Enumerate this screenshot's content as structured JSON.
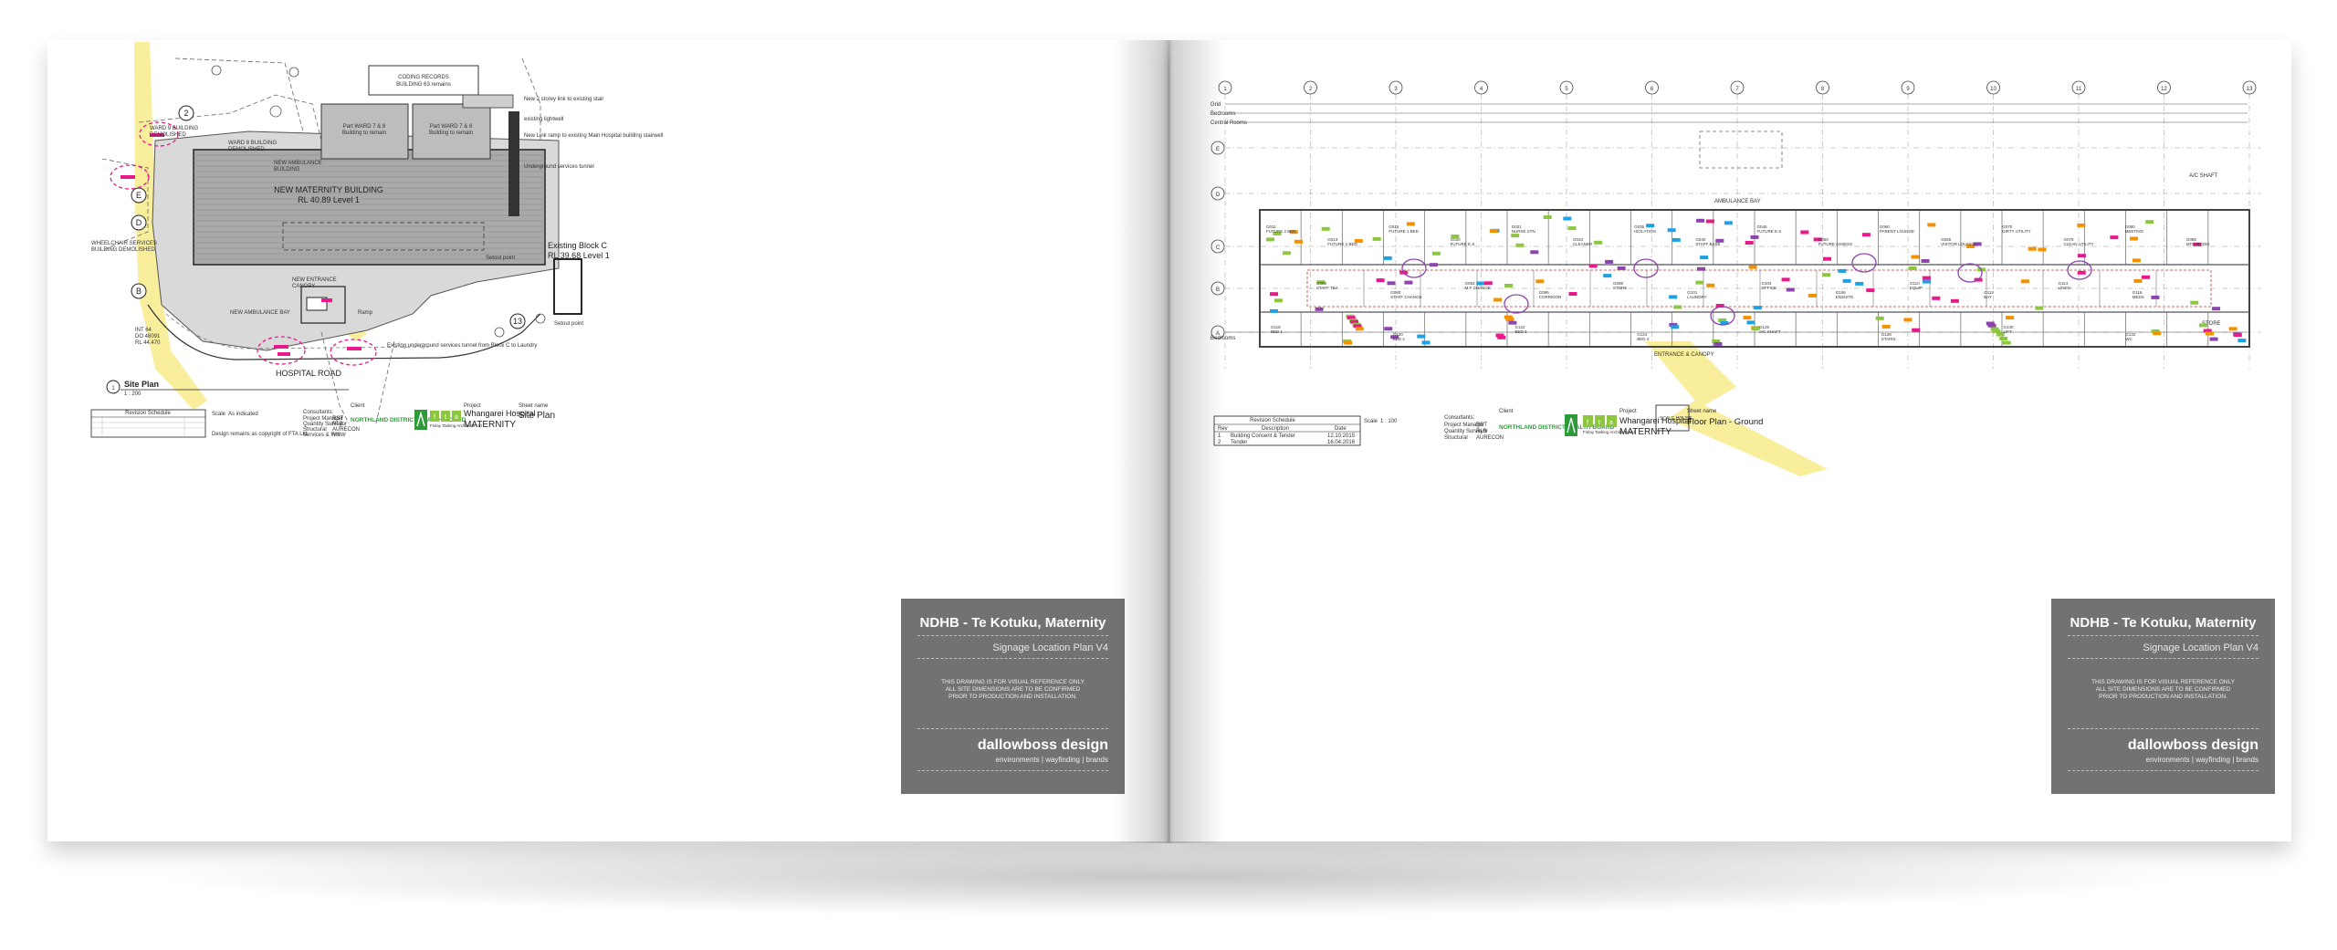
{
  "left_page": {
    "drawing": {
      "buildings": {
        "new_maternity_name": "NEW MATERNITY BUILDING",
        "new_maternity_level": "RL 40.89 Level 1",
        "existing_block_c": "Existing Block C",
        "existing_block_c_level": "RL 39.68 Level 1",
        "coding_records": "CODING RECORDS",
        "coding_records_note": "BUILDING 63 remains",
        "part_ward_left": "Part WARD 7 & 8",
        "part_ward_left_note": "Building to remain",
        "part_ward_right": "Part WARD 7 & 8",
        "part_ward_right_note": "Building to remain",
        "ward_9": "WARD 9 BUILDING",
        "ward_9_note": "DEMOLISHED",
        "ward_8": "WARD 8 BUILDING",
        "ward_8_note": "DEMOLISHED",
        "wheelchair": "WHEELCHAIR SERVICES",
        "wheelchair_note": "BUILDING DEMOLISHED",
        "new_ambulance": "NEW AMBULANCE",
        "new_ambulance_note": "BUILDING",
        "new_entrance": "NEW ENTRANCE",
        "new_entrance_note": "CANOPY"
      },
      "notes": {
        "stairs": "New 2 storey link to existing stair",
        "lightwell": "existing lightwell",
        "link_ramp": "New Link ramp to existing Main Hospital building stairwell",
        "underground": "Underground services tunnel",
        "setout_a": "Setout point",
        "setout_b": "Setout point",
        "existing_tunnel": "Existing underground services tunnel from Block C to Laundry",
        "ambulance_bay": "NEW AMBULANCE BAY",
        "ramp": "Ramp",
        "int": "INT 64",
        "do": "DO 48091",
        "rl": "RL 44.470"
      },
      "road": "HOSPITAL ROAD",
      "grid": [
        "2",
        "E",
        "D",
        "B",
        "13"
      ],
      "view_number": "1",
      "view_title": "Site Plan",
      "view_scale": "1 : 200"
    },
    "titleblock": {
      "revision_header": "Revision Schedule",
      "scale_label": "Scale",
      "scale_value": "As indicated",
      "consultants_label": "Consultants:",
      "consultants": [
        {
          "role": "Project Manager",
          "name": "RST"
        },
        {
          "role": "Quantity Surveyor",
          "name": "RLB"
        },
        {
          "role": "Structural",
          "name": "AURECON"
        },
        {
          "role": "Services & Fire",
          "name": "MSW"
        }
      ],
      "client_label": "Client",
      "client": "NORTHLAND DISTRICT HEALTH BOARD",
      "architect_logo": [
        "f",
        "t",
        "a"
      ],
      "architect_name": "Finlay Tasking Architects Ltd",
      "project_label": "Project",
      "project_line1": "Whangarei Hospital",
      "project_line2": "MATERNITY",
      "sheet_label": "Sheet name",
      "sheet_name": "Site Plan",
      "copyright": "Design remains as copyright of FTA Ltd"
    },
    "grey_panel": {
      "title": "NDHB - Te Kotuku, Maternity",
      "subtitle": "Signage Location Plan V4",
      "note_line1": "THIS DRAWING IS FOR VISUAL REFERENCE ONLY",
      "note_line2": "ALL SITE DIMENSIONS ARE TO BE CONFIRMED",
      "note_line3": "PRIOR TO PRODUCTION AND INSTALLATION.",
      "brand": "dallowboss design",
      "tagline": "environments  |  wayfinding  |  brands"
    }
  },
  "right_page": {
    "drawing": {
      "grid_columns": [
        "1",
        "2",
        "3",
        "4",
        "5",
        "6",
        "7",
        "8",
        "9",
        "10",
        "11",
        "12",
        "13"
      ],
      "grid_rows": [
        "E",
        "D",
        "C",
        "B",
        "A"
      ],
      "row_labels": [
        "Grid",
        "Bedrooms",
        "Central Rooms",
        "Bedrooms"
      ],
      "rooms": [
        {
          "code": "G011",
          "name": "FUTURE 2 BED"
        },
        {
          "code": "G013",
          "name": "FUTURE 2 BED"
        },
        {
          "code": "G015",
          "name": "FUTURE 1 BED"
        },
        {
          "code": "G020",
          "name": "FUTURE E.S"
        },
        {
          "code": "G031",
          "name": "NURSE STN"
        },
        {
          "code": "G034",
          "name": "CLEANER"
        },
        {
          "code": "G035",
          "name": "ISOLATION"
        },
        {
          "code": "G040",
          "name": "STAFF BASE"
        },
        {
          "code": "G045",
          "name": "FUTURE E.S"
        },
        {
          "code": "G050",
          "name": "FUTURE ASSESS"
        },
        {
          "code": "G060",
          "name": "PARENT LOUNGE"
        },
        {
          "code": "G065",
          "name": "VISITOR LOUNGE"
        },
        {
          "code": "G070",
          "name": "DIRTY UTILITY"
        },
        {
          "code": "G075",
          "name": "CLEAN UTILITY"
        },
        {
          "code": "G080",
          "name": "MEETING"
        },
        {
          "code": "G085",
          "name": "MTG ROOM"
        },
        {
          "code": "G088",
          "name": "STAFF TEA"
        },
        {
          "code": "G090",
          "name": "STAFF CHANGE"
        },
        {
          "code": "G093",
          "name": "M.F CHANGE"
        },
        {
          "code": "G095",
          "name": "CORRIDOR"
        },
        {
          "code": "G098",
          "name": "STORE"
        },
        {
          "code": "G101",
          "name": "LAUNDRY"
        },
        {
          "code": "G104",
          "name": "OFFICE"
        },
        {
          "code": "G106",
          "name": "ENSUITE"
        },
        {
          "code": "G110",
          "name": "EQUIP"
        },
        {
          "code": "G112",
          "name": "BAY"
        },
        {
          "code": "G114",
          "name": "LINEN"
        },
        {
          "code": "G116",
          "name": "MEDS"
        },
        {
          "code": "G118",
          "name": "BED 1"
        },
        {
          "code": "G120",
          "name": "BED 2"
        },
        {
          "code": "G122",
          "name": "BED 3"
        },
        {
          "code": "G124",
          "name": "BED 4"
        },
        {
          "code": "G126",
          "name": "A/C SHAFT"
        },
        {
          "code": "G128",
          "name": "STAIRS"
        },
        {
          "code": "G130",
          "name": "LIFT"
        },
        {
          "code": "G132",
          "name": "WC"
        }
      ],
      "labels": {
        "ambulance": "AMBULANCE BAY",
        "ac_shaft": "A/C SHAFT",
        "entrance": "ENTRANCE & CANOPY",
        "porch": "SCALE HOUSE",
        "store": "STORE"
      }
    },
    "titleblock": {
      "revision_header": "Revision Schedule",
      "col_rev": "Rev",
      "col_desc": "Description",
      "col_date": "Date",
      "rows": [
        {
          "rev": "1",
          "desc": "Building Consent & Tender",
          "date": "12.10.2015"
        },
        {
          "rev": "2",
          "desc": "Tender",
          "date": "16.04.2016"
        }
      ],
      "scale_label": "Scale",
      "scale_value": "1 : 100",
      "consultants_label": "Consultants:",
      "consultants": [
        {
          "role": "Project Manager",
          "name": "RST"
        },
        {
          "role": "Quantity Surveyor",
          "name": "RLB"
        },
        {
          "role": "Structural",
          "name": "AURECON"
        }
      ],
      "client_label": "Client",
      "client": "NORTHLAND DISTRICT HEALTH BOARD",
      "architect_logo": [
        "f",
        "t",
        "a"
      ],
      "architect_name": "Finlay Tasking Architects Ltd",
      "project_label": "Project",
      "project_line1": "Whangarei Hospital",
      "project_line2": "MATERNITY",
      "sheet_label": "Sheet name",
      "sheet_name": "Floor Plan - Ground"
    },
    "grey_panel": {
      "title": "NDHB - Te Kotuku, Maternity",
      "subtitle": "Signage Location Plan V4",
      "note_line1": "THIS DRAWING IS FOR VISUAL REFERENCE ONLY",
      "note_line2": "ALL SITE DIMENSIONS ARE TO BE CONFIRMED",
      "note_line3": "PRIOR TO PRODUCTION AND INSTALLATION.",
      "brand": "dallowboss design",
      "tagline": "environments  |  wayfinding  |  brands"
    }
  },
  "colors": {
    "highlight_yellow": "#f9ee9c",
    "sign_magenta": "#e8198b",
    "sign_orange": "#f39200",
    "sign_green": "#8dc63f",
    "sign_blue": "#1ea0e6",
    "sign_purple": "#8e44ad",
    "panel_grey": "#727272",
    "ndhb_green": "#2f9a3a"
  }
}
